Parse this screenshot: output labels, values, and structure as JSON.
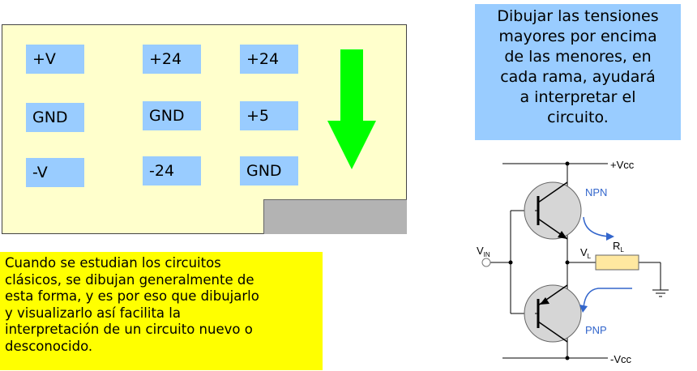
{
  "voltage_table": {
    "column_1": [
      "+V",
      "GND",
      "-V"
    ],
    "column_2": [
      "+24",
      "GND",
      "-24"
    ],
    "column_3": [
      "+24",
      "+5",
      "GND"
    ]
  },
  "arrow_color": "#00ff00",
  "note_bottom": "Cuando se estudian los circuitos\nclásicos, se dibujan generalmente de\nesta forma, y es por eso que dibujarlo\ny visualizarlo así facilita la\ninterpretación de un  circuito nuevo o\ndesconocido.",
  "note_top": "Dibujar las tensiones\nmayores por encima\nde las menores, en\ncada rama, ayudará\na interpretar el\ncircuito.",
  "circuit": {
    "vcc_pos": "+Vcc",
    "vcc_neg": "-Vcc",
    "npn": "NPN",
    "pnp": "PNP",
    "vin": "V",
    "vin_sub": "IN",
    "vl": "V",
    "vl_sub": "L",
    "rl": "R",
    "rl_sub": "L"
  },
  "colors": {
    "panel": "#ffffcc",
    "label": "#99ccff",
    "yellow_note": "#ffff00",
    "label_blue_text": "#3366cc",
    "resistor": "#ffe8a0"
  }
}
